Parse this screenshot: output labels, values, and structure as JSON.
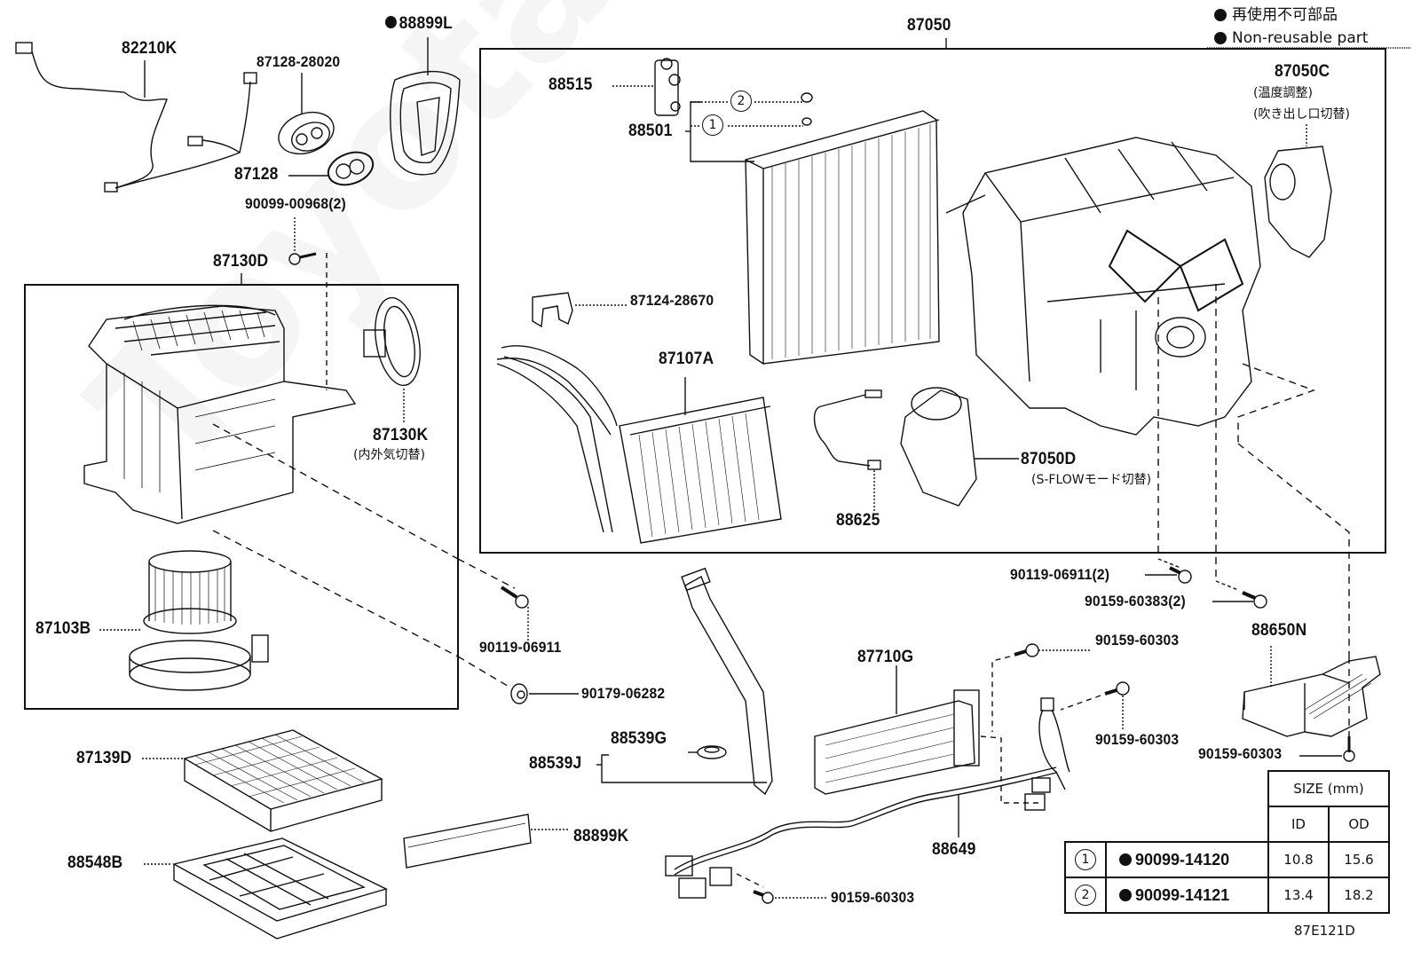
{
  "legend": {
    "jp": "再使用不可部品",
    "en": "Non-reusable part"
  },
  "watermark": "ToyotaCoMmerCu",
  "diagram_code": "87E121D",
  "assembly_main": {
    "part": "87050"
  },
  "parts": {
    "p82210K": "82210K",
    "p87128_28020": "87128-28020",
    "p88899L": "88899L",
    "p87128": "87128",
    "p90099_00968": "90099-00968(2)",
    "p87130D": "87130D",
    "p87130K": "87130K",
    "p87130K_note": "(内外気切替)",
    "p87103B": "87103B",
    "p90119_06911_a": "90119-06911",
    "p90179_06282": "90179-06282",
    "p87139D": "87139D",
    "p88548B": "88548B",
    "p88899K": "88899K",
    "p88539G": "88539G",
    "p88539J": "88539J",
    "p88515": "88515",
    "p88501": "88501",
    "p87124_28670": "87124-28670",
    "p87107A": "87107A",
    "p88625": "88625",
    "p87050C": "87050C",
    "p87050C_note1": "(温度調整)",
    "p87050C_note2": "(吹き出し口切替)",
    "p87050D": "87050D",
    "p87050D_note": "(S-FLOWモード切替)",
    "p90119_06911_b": "90119-06911(2)",
    "p90159_60383": "90159-60383(2)",
    "p88650N": "88650N",
    "p87710G": "87710G",
    "p90159_60303_a": "90159-60303",
    "p90159_60303_b": "90159-60303",
    "p90159_60303_c": "90159-60303",
    "p90159_60303_d": "90159-60303",
    "p88649": "88649",
    "callout_1": "1",
    "callout_2": "2"
  },
  "size_table": {
    "header": "SIZE (mm)",
    "col_id": "ID",
    "col_od": "OD",
    "rows": [
      {
        "ref": "1",
        "part": "90099-14120",
        "id": "10.8",
        "od": "15.6",
        "non_reusable": true
      },
      {
        "ref": "2",
        "part": "90099-14121",
        "id": "13.4",
        "od": "18.2",
        "non_reusable": true
      }
    ]
  }
}
